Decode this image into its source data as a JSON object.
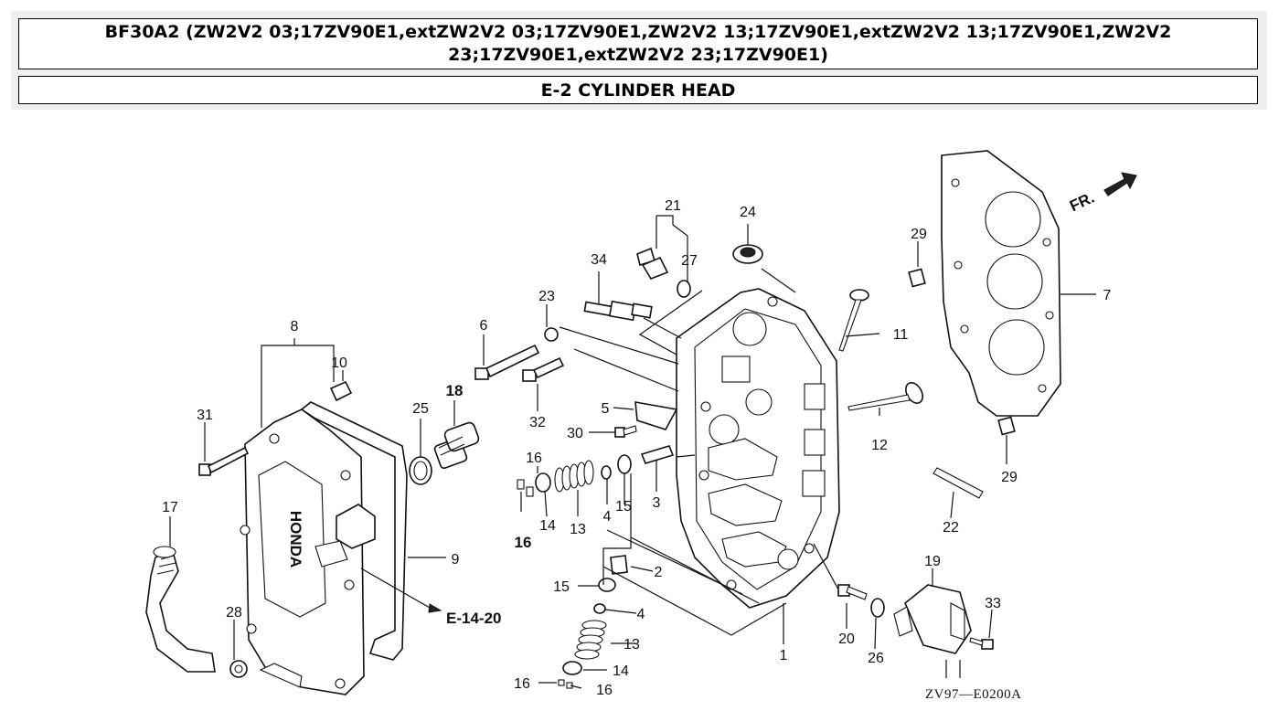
{
  "header": {
    "title": "BF30A2 (ZW2V2 03;17ZV90E1,extZW2V2 03;17ZV90E1,ZW2V2 13;17ZV90E1,extZW2V2 13;17ZV90E1,ZW2V2 23;17ZV90E1,extZW2V2 23;17ZV90E1)",
    "section": "E-2 CYLINDER HEAD"
  },
  "diagram": {
    "callouts": {
      "c1": "1",
      "c2": "2",
      "c3": "3",
      "c4a": "4",
      "c4b": "4",
      "c5": "5",
      "c6": "6",
      "c7": "7",
      "c8": "8",
      "c9": "9",
      "c10": "10",
      "c11": "11",
      "c12": "12",
      "c13a": "13",
      "c13b": "13",
      "c14a": "14",
      "c14b": "14",
      "c15a": "15",
      "c15b": "15",
      "c16a": "16",
      "c16b": "16",
      "c16c": "16",
      "c16d": "16",
      "c17": "17",
      "c18": "18",
      "c19": "19",
      "c20": "20",
      "c21": "21",
      "c22": "22",
      "c23": "23",
      "c24": "24",
      "c25": "25",
      "c26": "26",
      "c27": "27",
      "c28": "28",
      "c29a": "29",
      "c29b": "29",
      "c30": "30",
      "c31": "31",
      "c32": "32",
      "c33": "33",
      "c34": "34"
    },
    "reference": "E-14-20",
    "front_marker": "FR.",
    "drawing_code": "ZV97—E0200A",
    "cover_logo": "HONDA"
  }
}
